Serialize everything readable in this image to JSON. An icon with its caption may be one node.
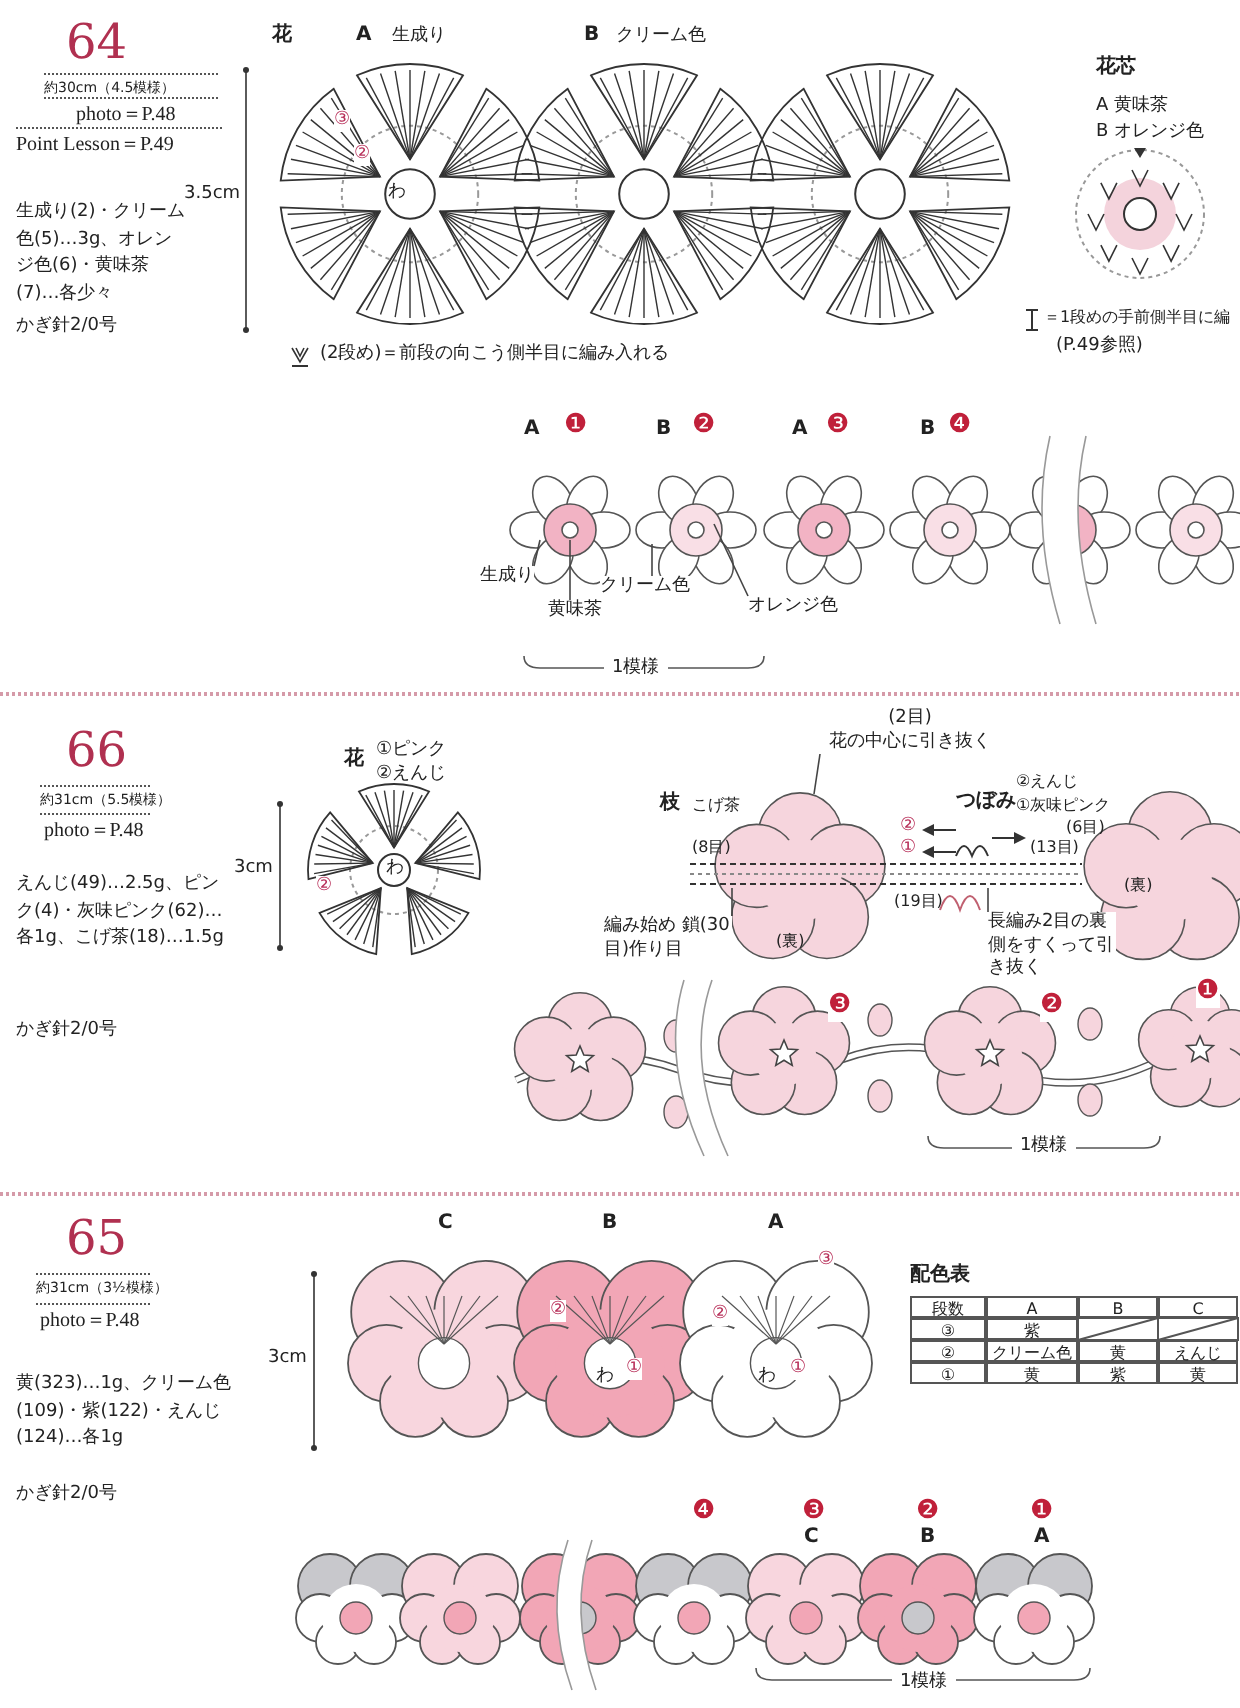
{
  "diagram": {
    "nodes": [
      {
        "text": [
          "生成り"
        ]
      },
      {
        "text": [
          "黄味茶"
        ]
      },
      {
        "text": [
          "クリーム色"
        ]
      },
      {
        "text": [
          "オレンジ色"
        ]
      },
      {
        "text": [
          "(2目)",
          "花の中心に引き抜く"
        ]
      },
      {
        "text": [
          "編み始め 鎖(30目)作り目"
        ]
      },
      {
        "text": [
          "長編み2目の裏側をすくって引き抜く"
        ]
      },
      {
        "text": [
          "(裏)"
        ]
      },
      {
        "text": [],
        "shape": "bar"
      }
    ],
    "edges": [
      {
        "from": 0,
        "to": null,
        "arrow": "none"
      },
      {
        "from": 1,
        "to": null,
        "arrow": "none"
      },
      {
        "from": 2,
        "to": null,
        "arrow": "none"
      },
      {
        "from": 3,
        "to": null,
        "arrow": "none"
      },
      {
        "from": 4,
        "to": 7,
        "arrow": "none"
      },
      {
        "from": 5,
        "to": 8,
        "arrow": "none"
      },
      {
        "from": 6,
        "to": 8,
        "arrow": "none"
      }
    ],
    "labels": [
      "64",
      "約30cm（4.5模様）",
      "photo＝P.48",
      "Point Lesson＝P.49",
      "生成り(2)・クリーム色(5)…3g、オレンジ色(6)・黄味茶(7)…各少々",
      "かぎ針2/0号",
      "花",
      "A",
      "生成り",
      "B",
      "クリーム色",
      "3.5cm",
      "③",
      "②",
      "わ",
      "(2段め)＝前段の向こう側半目に編み入れる",
      "花芯",
      "A 黄味茶",
      "B オレンジ色",
      "＝1段めの手前側半目に編",
      "(P.49参照)",
      "A",
      "❶",
      "B",
      "❷",
      "A",
      "❸",
      "B",
      "❹",
      "1模様",
      "66",
      "約31cm（5.5模様）",
      "photo＝P.48",
      "えんじ(49)…2.5g、ピンク(4)・灰味ピンク(62)…各1g、こげ茶(18)…1.5g",
      "かぎ針2/0号",
      "花",
      "①ピンク",
      "②えんじ",
      "3cm",
      "②",
      "わ",
      "枝",
      "こげ茶",
      "つぼみ",
      "②えんじ",
      "①灰味ピンク",
      "②",
      "(6目)",
      "(8目)",
      "①",
      "(13目)",
      "(19目)",
      "(裏)",
      "❸",
      "❷",
      "❶",
      "1模様",
      "65",
      "約31cm（3½模様）",
      "photo＝P.48",
      "黄(323)…1g、クリーム色(109)・紫(122)・えんじ(124)…各1g",
      "かぎ針2/0号",
      "C",
      "B",
      "A",
      "3cm",
      "②",
      "わ",
      "①",
      "③",
      "②",
      "わ",
      "①",
      "配色表",
      "段数",
      "A",
      "B",
      "C",
      "③",
      "紫",
      "②",
      "クリーム色",
      "黄",
      "えんじ",
      "①",
      "黄",
      "紫",
      "黄",
      "❹",
      "❸",
      "C",
      "❷",
      "B",
      "❶",
      "A",
      "1模様"
    ]
  }
}
